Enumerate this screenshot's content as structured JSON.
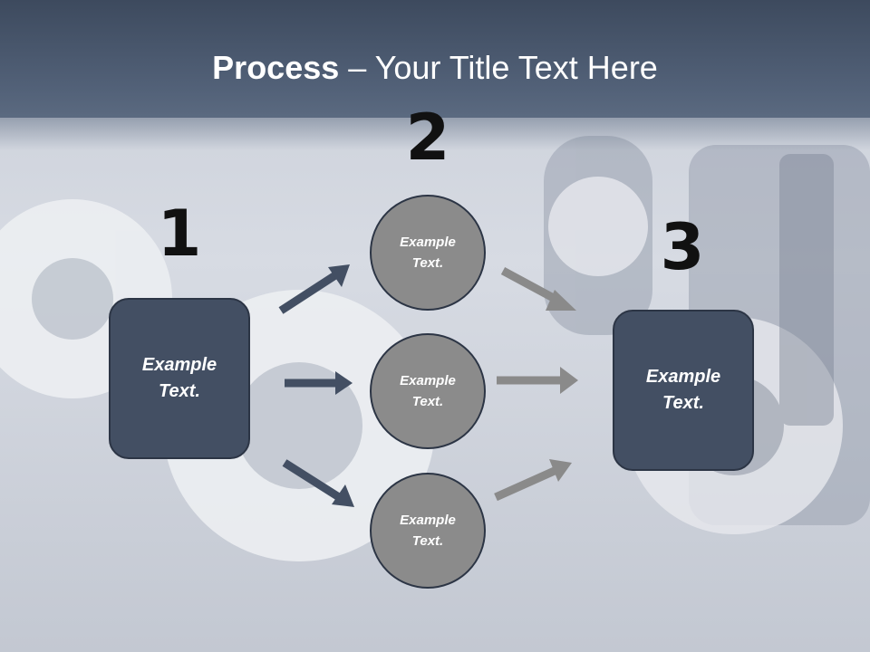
{
  "title": {
    "bold": "Process",
    "rest": " – Your Title Text Here"
  },
  "steps": [
    {
      "number": "1",
      "text": "Example Text."
    },
    {
      "number": "2",
      "items": [
        "Example Text.",
        "Example Text.",
        "Example Text."
      ]
    },
    {
      "number": "3",
      "text": "Example Text."
    }
  ],
  "colors": {
    "box_fill": "#434f63",
    "circle_fill": "#8b8b8b",
    "dark_arrow": "#434f63",
    "light_arrow": "#8a8a8a",
    "title_bar": "#4a576c"
  }
}
